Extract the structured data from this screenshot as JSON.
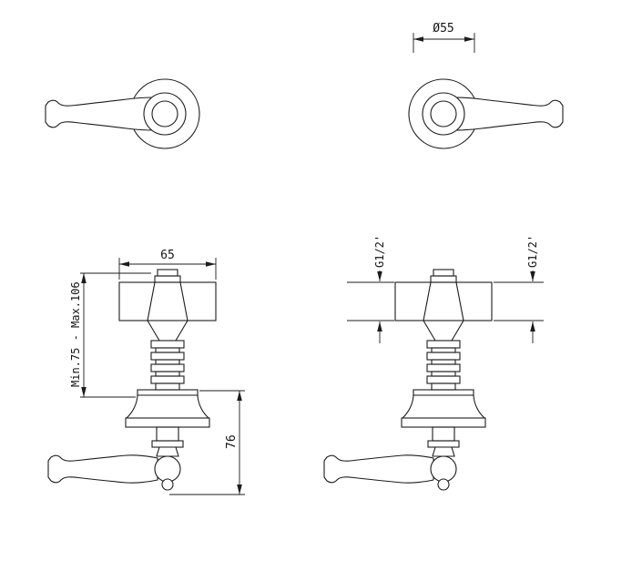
{
  "page": {
    "background": "#ffffff",
    "line_color": "#1c1c1c"
  },
  "views": {
    "top_left": "handle-plan-view-left",
    "top_right": "handle-plan-view-right",
    "bottom_left": "valve-elevation-left",
    "bottom_right": "valve-elevation-right"
  },
  "dimensions": {
    "diameter": "Ø55",
    "body_width": "65",
    "installation_depth": "Min.75 - Max.106",
    "handle_height": "76",
    "thread_left": "G1/2'",
    "thread_right": "G1/2'"
  }
}
